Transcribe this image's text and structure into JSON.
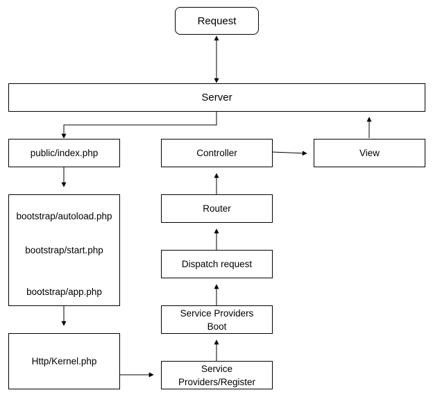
{
  "nodes": {
    "request": "Request",
    "server": "Server",
    "public_index": "public/index.php",
    "bootstrap": [
      "bootstrap/autoload.php",
      "bootstrap/start.php",
      "bootstrap/app.php"
    ],
    "http_kernel": "Http/Kernel.php",
    "sp_register": [
      "Service",
      "Providers/Register"
    ],
    "sp_boot": [
      "Service Providers",
      "Boot"
    ],
    "dispatch": "Dispatch request",
    "router": "Router",
    "controller": "Controller",
    "view": "View"
  }
}
